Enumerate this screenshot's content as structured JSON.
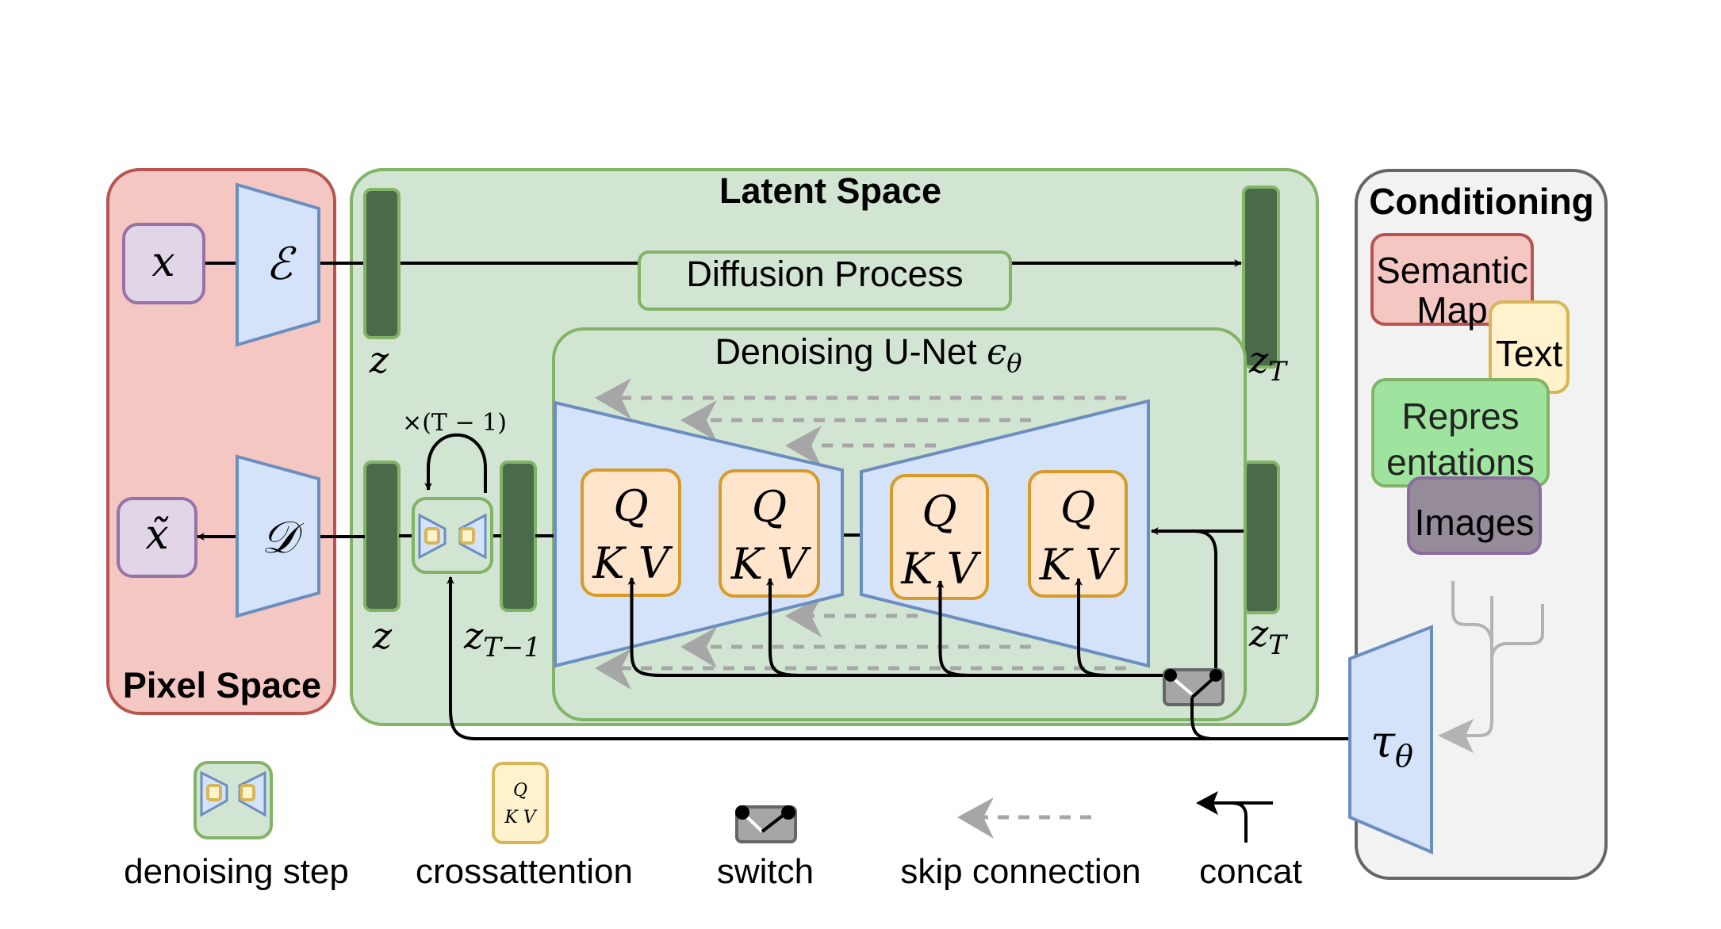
{
  "colors": {
    "pixel_fill": "#f4c7c3",
    "pixel_stroke": "#b85450",
    "latent_fill": "#d2e5d2",
    "latent_stroke": "#82b366",
    "latent_bar": "#4a6b4a",
    "trap_fill": "#d4e3fa",
    "trap_stroke": "#6c8ebf",
    "qkv_fill": "#ffe5cc",
    "qkv_stroke": "#d79b2a",
    "io_fill": "#e1d5e7",
    "io_stroke": "#9673a6",
    "cond_fill": "#f2f2f2",
    "cond_stroke": "#666666",
    "skip_gray": "#a6a6a6",
    "switch_fill": "#a6a6a6",
    "switch_stroke": "#666666"
  },
  "pixel_space": {
    "title": "Pixel Space",
    "input_label": "x",
    "output_label": "x̃",
    "encoder_label": "ℰ",
    "decoder_label": "𝒟"
  },
  "latent_space": {
    "title": "Latent Space",
    "diffusion_process_label": "Diffusion Process",
    "z_top_label": "z",
    "z_bottom_label": "z",
    "zT_top_label": "z",
    "zT_top_sub": "T",
    "zT_bottom_label": "z",
    "zT_bottom_sub": "T",
    "zT1_label": "z",
    "zT1_sub": "T−1",
    "loop_label": "×(T − 1)",
    "unet": {
      "title": "Denoising U-Net ",
      "title_symbol": "ϵ",
      "title_sub": "θ",
      "blocks": [
        {
          "q": "Q",
          "kv": "K V"
        },
        {
          "q": "Q",
          "kv": "K V"
        },
        {
          "q": "Q",
          "kv": "K V"
        },
        {
          "q": "Q",
          "kv": "K V"
        }
      ]
    }
  },
  "conditioning": {
    "title": "Conditioning",
    "items": [
      {
        "label_lines": [
          "Semantic",
          "Map"
        ],
        "fill": "#f4c7c3",
        "stroke": "#b85450"
      },
      {
        "label_lines": [
          "Text"
        ],
        "fill": "#fff2cc",
        "stroke": "#d6b656"
      },
      {
        "label_lines": [
          "Repres",
          "entations"
        ],
        "fill": "#9ee49e",
        "stroke": "#82b366"
      },
      {
        "label_lines": [
          "Images"
        ],
        "fill": "#968b99",
        "stroke": "#8c6ba0"
      }
    ],
    "encoder_label": "τ",
    "encoder_sub": "θ"
  },
  "legend": [
    {
      "label": "denoising step",
      "icon": "denoising-step-icon"
    },
    {
      "label": "crossattention",
      "icon": "crossattention-icon"
    },
    {
      "label": "switch",
      "icon": "switch-icon"
    },
    {
      "label": "skip connection",
      "icon": "skip-connection-icon"
    },
    {
      "label": "concat",
      "icon": "concat-icon"
    }
  ],
  "legend_qkv": {
    "q": "Q",
    "kv": "K V"
  }
}
